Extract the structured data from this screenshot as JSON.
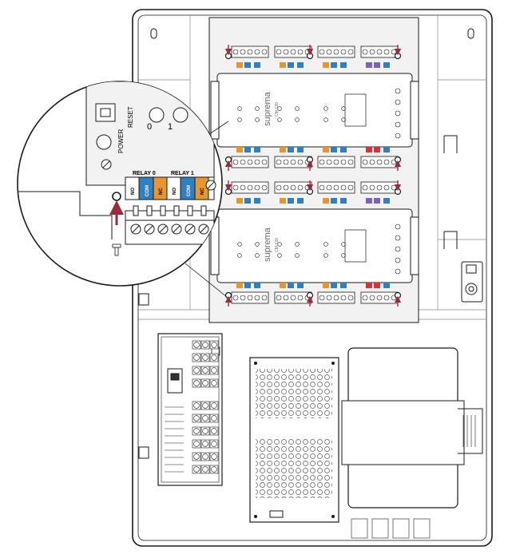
{
  "diagram": {
    "labels": {
      "relay0": "RELAY 0",
      "relay1": "RELAY 1",
      "reset": "RESET",
      "power": "POWER",
      "no": "NO",
      "com": "COM",
      "nc": "NC",
      "brand": "suprema",
      "model": "CM-120",
      "zero": "0",
      "one": "1"
    },
    "colors": {
      "line": "#1a1a1a",
      "arrow": "#9c2a3e",
      "com_block": "#2f7fc1",
      "nc_block": "#e8952f",
      "violet_block": "#7a63b8",
      "red_block": "#d8333b",
      "panel_fill": "#f2f2f2"
    }
  }
}
